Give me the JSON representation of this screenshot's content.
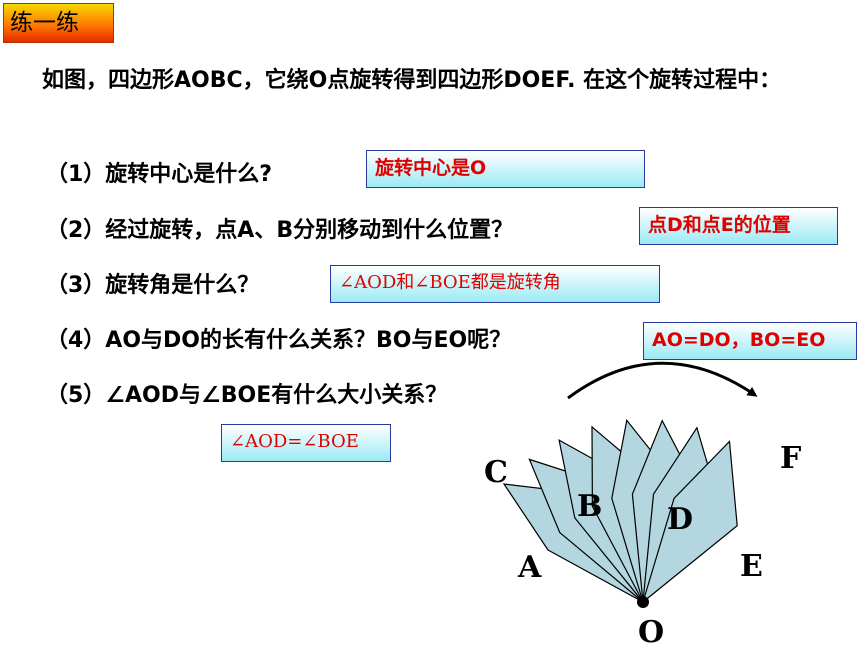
{
  "header": {
    "title": "练一练"
  },
  "intro": "如图，四边形AOBC，它绕O点旋转得到四边形DOEF. 在这个旋转过程中：",
  "questions": [
    {
      "text": "（1）旋转中心是什么?",
      "answer": "旋转中心是O"
    },
    {
      "text": "（2）经过旋转，点A、B分别移动到什么位置？",
      "answer": "点D和点E的位置"
    },
    {
      "text": "（3）旋转角是什么？",
      "answer": "∠AOD和∠BOE都是旋转角"
    },
    {
      "text": "（4）AO与DO的长有什么关系？BO与EO呢？",
      "answer": "AO=DO，BO=EO"
    },
    {
      "text": "（5）∠AOD与∠BOE有什么大小关系？",
      "answer": "∠AOD=∠BOE"
    }
  ],
  "figure": {
    "labels": {
      "A": "A",
      "B": "B",
      "C": "C",
      "D": "D",
      "E": "E",
      "F": "F",
      "O": "O"
    },
    "fill_color": "#b4d6e0",
    "stroke_color": "#000000"
  }
}
